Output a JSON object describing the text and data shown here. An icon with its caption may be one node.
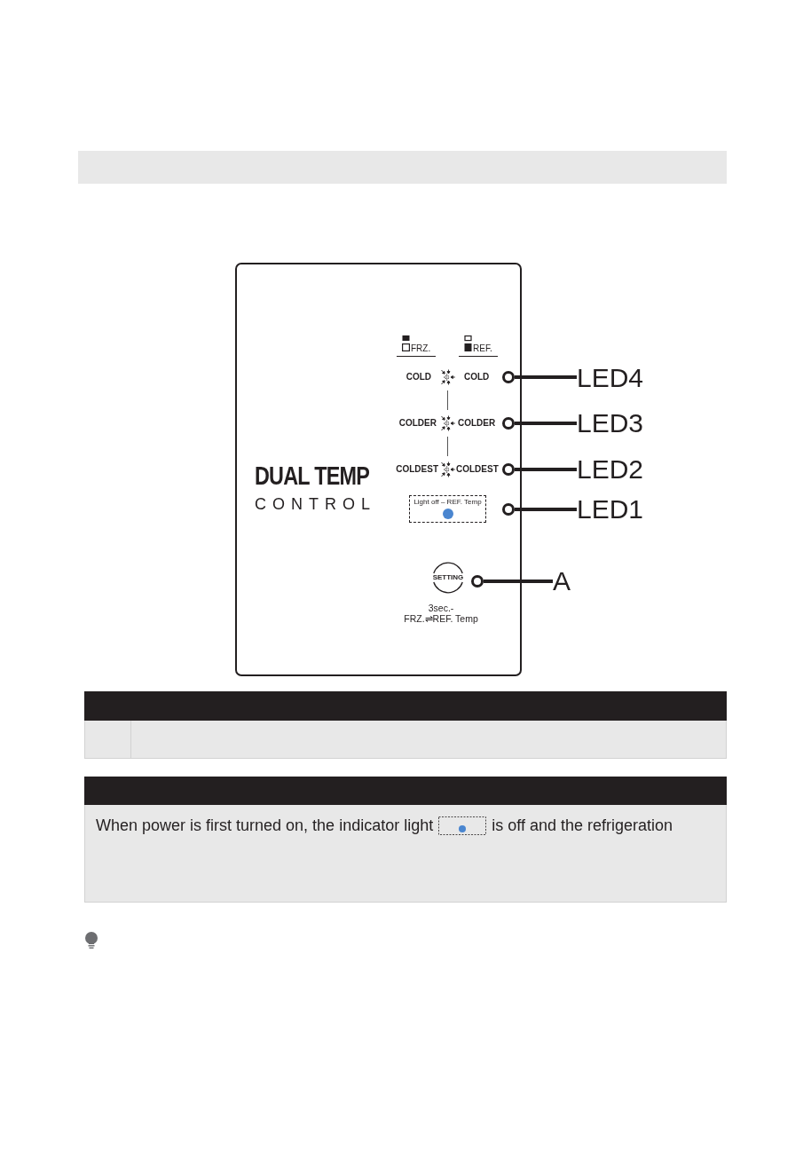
{
  "diagram": {
    "nodes": [
      {
        "text": [
          "DUAL TEMP",
          "CONTROL"
        ]
      },
      {
        "text": [],
        "shape": "circle",
        "in": 0
      },
      {
        "text": [
          "LED4"
        ]
      },
      {
        "text": [],
        "shape": "circle",
        "in": 0
      },
      {
        "text": [
          "LED3"
        ]
      },
      {
        "text": [],
        "shape": "circle",
        "in": 0
      },
      {
        "text": [
          "LED2"
        ]
      },
      {
        "text": [
          "Light off – REF. Temp"
        ],
        "in": 0
      },
      {
        "text": [],
        "shape": "circle",
        "in": 0
      },
      {
        "text": [
          "LED1"
        ]
      },
      {
        "text": [
          "SETTING"
        ],
        "beside": [
          "3sec.- FRZ.⇌REF. Temp"
        ],
        "in": 0
      },
      {
        "text": [],
        "shape": "circle",
        "in": 0
      },
      {
        "text": [
          "A"
        ]
      },
      {
        "text": [
          "When power is first turned on, the indicator light",
          "is off and the refrigeration"
        ]
      }
    ],
    "edges": [
      {
        "from": 2,
        "to": 1,
        "arrow": "none"
      },
      {
        "from": 4,
        "to": 3,
        "arrow": "none"
      },
      {
        "from": 6,
        "to": 5,
        "arrow": "none"
      },
      {
        "from": 9,
        "to": 8,
        "arrow": "none"
      },
      {
        "from": 12,
        "to": 11,
        "arrow": "none"
      }
    ],
    "labels": [
      "FRZ.",
      "REF.",
      "COLD",
      "COLD",
      "COLDER",
      "COLDER",
      "COLDEST",
      "COLDEST"
    ]
  }
}
